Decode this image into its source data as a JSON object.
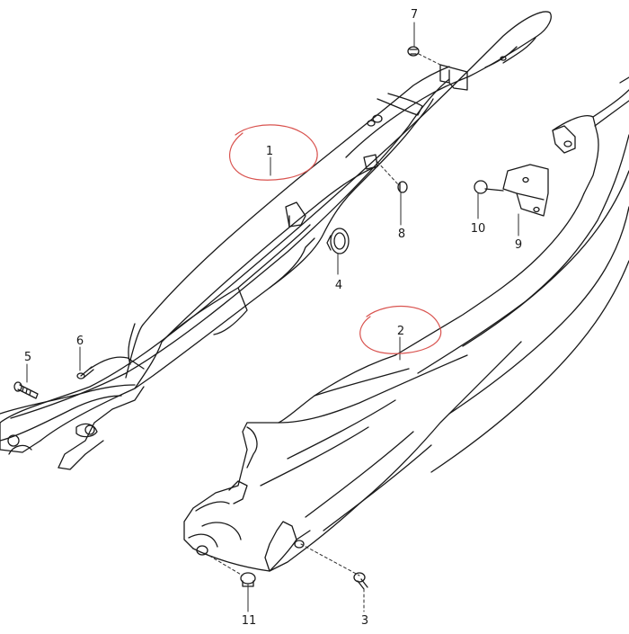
{
  "diagram": {
    "colors": {
      "background": "#ffffff",
      "line": "#1a1a1a",
      "leader": "#2a2a2a",
      "highlight": "#d9534f"
    },
    "callouts": [
      {
        "id": "1",
        "label": "1",
        "highlighted": true
      },
      {
        "id": "2",
        "label": "2",
        "highlighted": true
      },
      {
        "id": "3",
        "label": "3",
        "highlighted": false
      },
      {
        "id": "4",
        "label": "4",
        "highlighted": false
      },
      {
        "id": "5",
        "label": "5",
        "highlighted": false
      },
      {
        "id": "6",
        "label": "6",
        "highlighted": false
      },
      {
        "id": "7",
        "label": "7",
        "highlighted": false
      },
      {
        "id": "8",
        "label": "8",
        "highlighted": false
      },
      {
        "id": "9",
        "label": "9",
        "highlighted": false
      },
      {
        "id": "10",
        "label": "10",
        "highlighted": false
      },
      {
        "id": "11",
        "label": "11",
        "highlighted": false
      }
    ]
  }
}
